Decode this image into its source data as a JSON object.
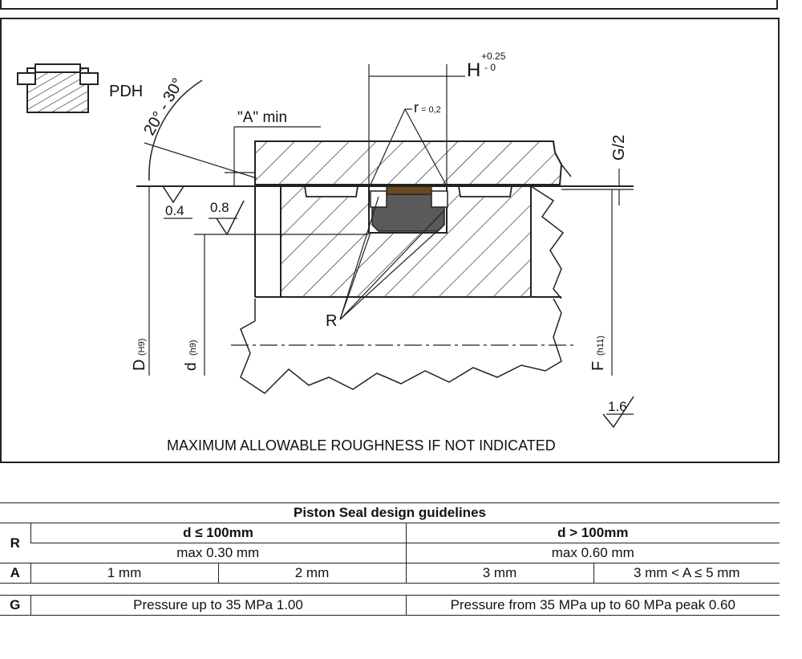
{
  "drawing": {
    "profile_label": "PDH",
    "angle_label": "20° - 30°",
    "a_min_label": "\"A\" min",
    "r_label": "r",
    "r_sub": "= 0,2",
    "h_label": "H",
    "h_tol_upper": "+0.25",
    "h_tol_lower": "- 0",
    "g_label": "G/2",
    "roughness_04": "0.4",
    "roughness_08": "0.8",
    "roughness_16": "1.6",
    "big_r_label": "R",
    "d_big_label": "D",
    "d_big_tol": "(H9)",
    "d_small_label": "d",
    "d_small_tol": "(h9)",
    "f_label": "F",
    "f_tol": "(h11)",
    "footer_note": "MAXIMUM ALLOWABLE ROUGHNESS IF NOT INDICATED"
  },
  "table": {
    "title": "Piston Seal design guidelines",
    "r_head": "R",
    "a_head": "A",
    "g_head": "G",
    "small_d": "d ≤ 100mm",
    "large_d": "d > 100mm",
    "r_small": "max 0.30 mm",
    "r_large": "max 0.60 mm",
    "a_values": [
      "1 mm",
      "2 mm",
      "3 mm",
      "3 mm < A ≤ 5 mm"
    ],
    "g_small": "Pressure up to 35 MPa 1.00",
    "g_large": "Pressure from 35 MPa up to 60 MPa peak 0.60"
  },
  "colors": {
    "seal_body": "#5a5a5a",
    "seal_cap": "#6b4a1f"
  }
}
